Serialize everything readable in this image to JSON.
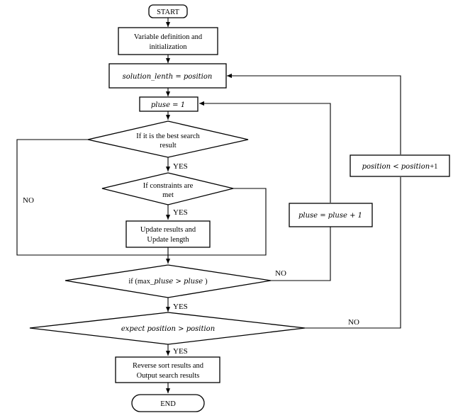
{
  "nodes": {
    "start": "START",
    "init_line1": "Variable definition and",
    "init_line2": "initialization",
    "solution_length": "solution_lenth = position",
    "pluse_init": "pluse = 1",
    "best_search_line1": "If it is the best search",
    "best_search_line2": "result",
    "constraints_line1": "If constraints are",
    "constraints_line2": "met",
    "update_line1": "Update results and",
    "update_line2": "Update length",
    "max_pluse_prefix": "if (max_",
    "max_pluse_math": "pluse > pluse",
    "max_pluse_suffix": ")",
    "pluse_increment": "pluse = pluse + 1",
    "expect_position": "expect position > position",
    "position_increment_math": "position < position",
    "position_increment_suffix": "+1",
    "reverse_line1": "Reverse sort results and",
    "reverse_line2": "Output search results",
    "end": "END"
  },
  "edge_labels": {
    "yes_best": "YES",
    "yes_constraints": "YES",
    "yes_max": "YES",
    "yes_expect": "YES",
    "no_best": "NO",
    "no_max": "NO",
    "no_expect": "NO"
  }
}
